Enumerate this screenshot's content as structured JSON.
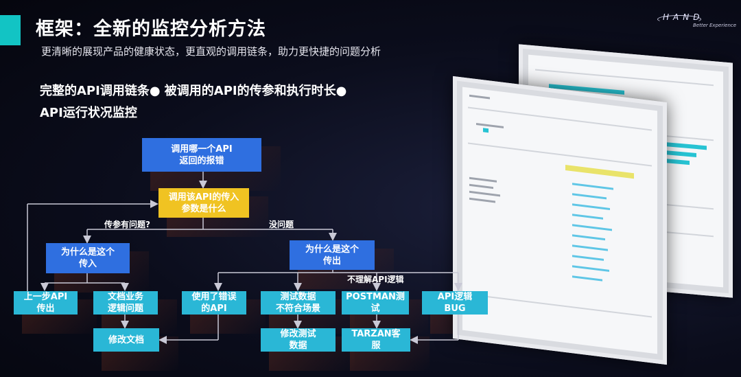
{
  "header": {
    "title": "框架：全新的监控分析方法",
    "subtitle": "更清晰的展现产品的健康状态，更直观的调用链条，助力更快捷的问题分析",
    "logo_word": "HAND",
    "logo_tagline": "Better Experience"
  },
  "features": {
    "line1": "完整的API调用链条● 被调用的API的传参和执行时长●",
    "line2": "API运行状况监控"
  },
  "flow": {
    "nodes": {
      "root": "调用哪一个API\n返回的报错",
      "params": "调用该API的传入\n参数是什么",
      "why_in": "为什么是这个\n传入",
      "why_out": "为什么是这个\n传出",
      "prev_api": "上一步API\n传出",
      "doc_logic": "文档业务\n逻辑问题",
      "wrong_api": "使用了错误\n的API",
      "test_data": "测试数据\n不符合场景",
      "postman": "POSTMAN测\n试",
      "api_bug": "API逻辑\nBUG",
      "fix_doc": "修改文档",
      "fix_test": "修改测试\n数据",
      "tarzan": "TARZAN客\n服"
    },
    "labels": {
      "param_problem": "传参有问题?",
      "no_problem": "没问题",
      "not_understand": "不理解API逻辑"
    }
  },
  "colors": {
    "accent": "#12c4c4",
    "node_blue": "#2f6fe0",
    "node_yellow": "#f0c322",
    "node_cyan": "#2ab7d6"
  }
}
